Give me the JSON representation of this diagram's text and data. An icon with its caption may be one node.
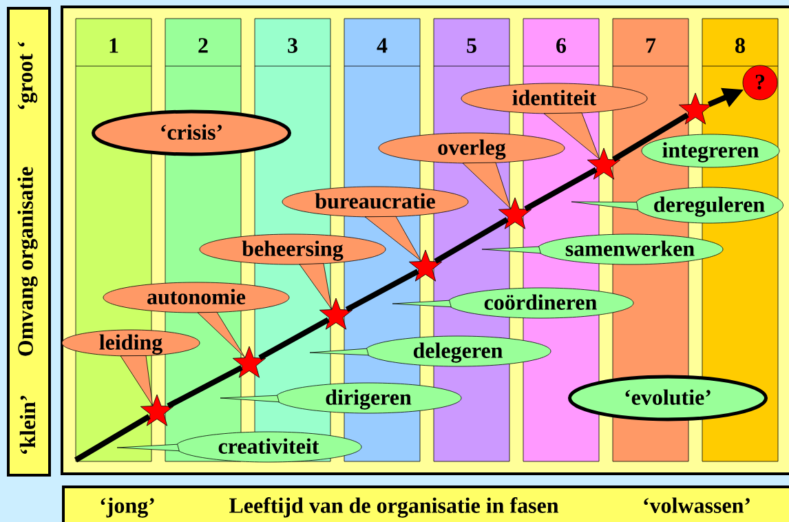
{
  "diagram": {
    "nodes": [
      {
        "text": [
          "‘klein’",
          "Omvang organisatie",
          "‘groot ‘"
        ]
      },
      {
        "text": [
          "?"
        ]
      },
      {
        "text": [
          "identiteit"
        ]
      },
      {
        "text": [
          "‘crisis’"
        ]
      },
      {
        "text": [
          "integreren"
        ]
      },
      {
        "text": [
          "overleg"
        ]
      },
      {
        "text": [
          "dereguleren"
        ]
      },
      {
        "text": [
          "bureaucratie"
        ]
      },
      {
        "text": [
          "samenwerken"
        ]
      },
      {
        "text": [
          "beheersing"
        ]
      },
      {
        "text": [
          "autonomie"
        ]
      },
      {
        "text": [
          "coördineren"
        ]
      },
      {
        "text": [
          "leiding"
        ]
      },
      {
        "text": [
          "delegeren"
        ]
      },
      {
        "text": [
          "‘evolutie’"
        ]
      },
      {
        "text": [
          "dirigeren"
        ]
      },
      {
        "text": [
          "creativiteit"
        ]
      },
      {
        "text": [],
        "shape": "star"
      },
      {
        "text": [],
        "shape": "star"
      },
      {
        "text": [],
        "shape": "star"
      },
      {
        "text": [],
        "shape": "star"
      },
      {
        "text": [],
        "shape": "star"
      },
      {
        "text": [],
        "shape": "star"
      },
      {
        "text": [],
        "shape": "star"
      },
      {
        "text": [
          "‘jong’",
          "Leeftijd van de organisatie in fasen",
          "‘volwassen’"
        ]
      }
    ],
    "edges": [
      {
        "from": null,
        "to": 17,
        "arrow": "none"
      },
      {
        "from": 17,
        "to": 18,
        "arrow": "none"
      },
      {
        "from": 18,
        "to": 19,
        "arrow": "none"
      },
      {
        "from": 19,
        "to": 20,
        "arrow": "none"
      },
      {
        "from": 20,
        "to": 21,
        "arrow": "none"
      },
      {
        "from": 21,
        "to": 22,
        "arrow": "none"
      },
      {
        "from": 22,
        "to": 23,
        "arrow": "none"
      },
      {
        "from": 23,
        "to": 1,
        "arrow": "to"
      },
      {
        "from": 12,
        "to": 17,
        "arrow": "to"
      },
      {
        "from": 10,
        "to": 18,
        "arrow": "to"
      },
      {
        "from": 9,
        "to": 19,
        "arrow": "to"
      },
      {
        "from": 7,
        "to": 20,
        "arrow": "to"
      },
      {
        "from": 5,
        "to": 21,
        "arrow": "to"
      },
      {
        "from": 2,
        "to": 22,
        "arrow": "to"
      },
      {
        "from": 16,
        "to": null,
        "arrow": "to"
      },
      {
        "from": 15,
        "to": null,
        "arrow": "to"
      },
      {
        "from": 13,
        "to": null,
        "arrow": "to"
      },
      {
        "from": 11,
        "to": null,
        "arrow": "to"
      },
      {
        "from": 8,
        "to": null,
        "arrow": "to"
      },
      {
        "from": 6,
        "to": null,
        "arrow": "to"
      }
    ],
    "labels": [
      "1",
      "2",
      "3",
      "4",
      "5",
      "6",
      "7",
      "8"
    ]
  }
}
